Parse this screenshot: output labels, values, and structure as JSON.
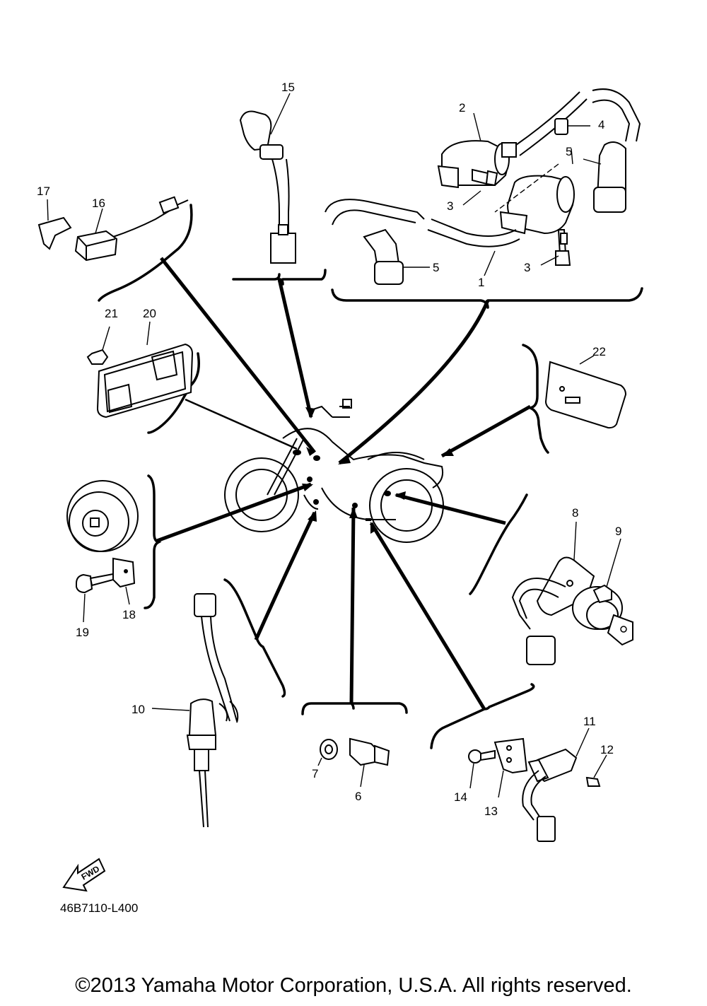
{
  "diagram": {
    "callouts": [
      "1",
      "2",
      "3",
      "3",
      "4",
      "5",
      "5",
      "5",
      "6",
      "7",
      "8",
      "9",
      "10",
      "11",
      "12",
      "13",
      "14",
      "15",
      "16",
      "17",
      "18",
      "19",
      "20",
      "21",
      "22"
    ],
    "fwd_label": "FWD",
    "drawing_code": "46B7110-L400"
  },
  "footer": {
    "copyright": "©2013 Yamaha Motor Corporation, U.S.A. All rights reserved."
  }
}
